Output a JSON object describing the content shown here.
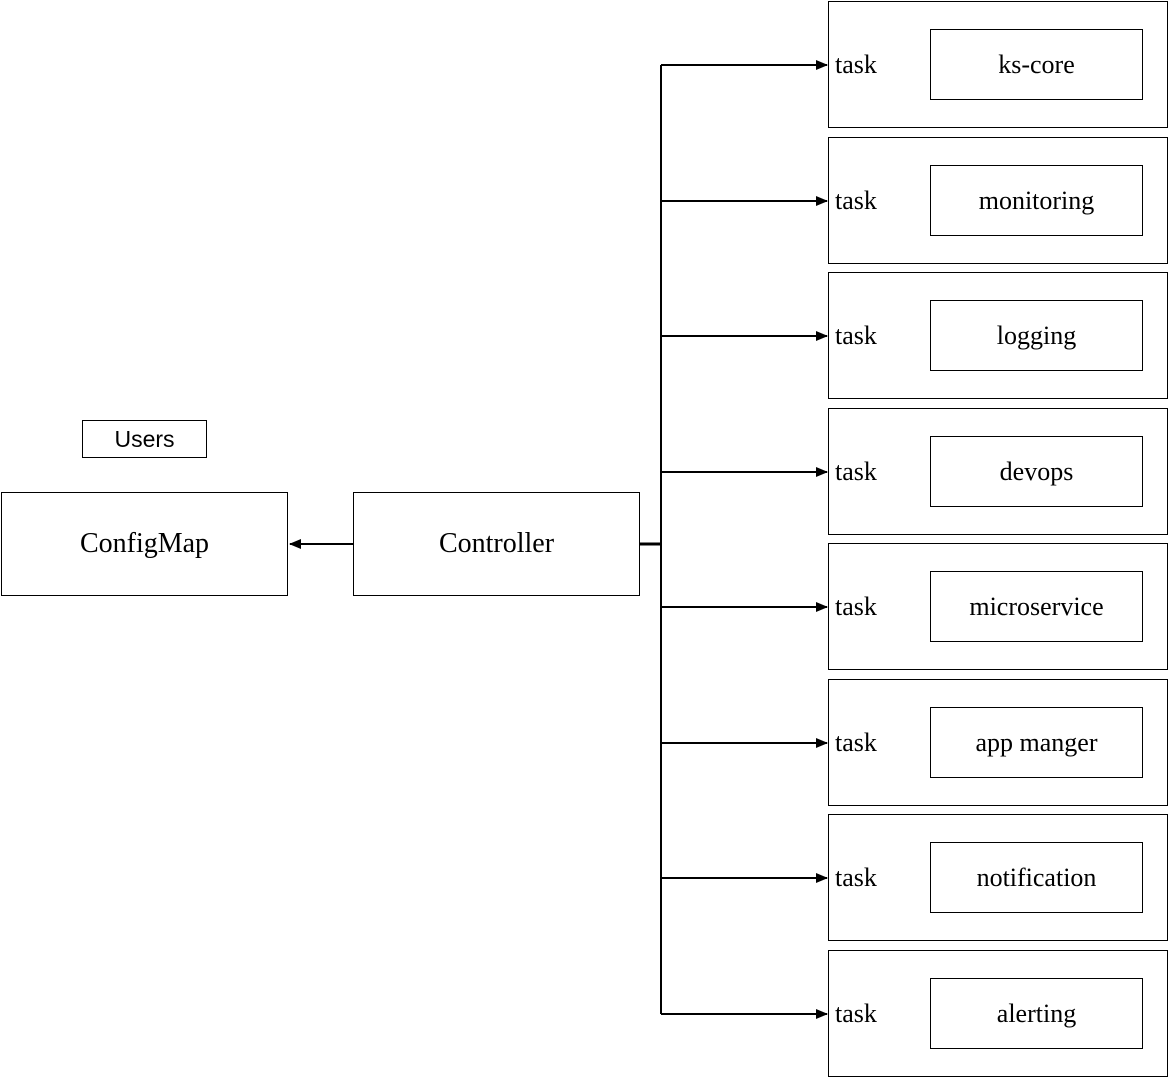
{
  "users_label": "Users",
  "configmap_label": "ConfigMap",
  "controller_label": "Controller",
  "tasks": [
    {
      "label": "task",
      "module": "ks-core"
    },
    {
      "label": "task",
      "module": "monitoring"
    },
    {
      "label": "task",
      "module": "logging"
    },
    {
      "label": "task",
      "module": "devops"
    },
    {
      "label": "task",
      "module": "microservice"
    },
    {
      "label": "task",
      "module": "app manger"
    },
    {
      "label": "task",
      "module": "notification"
    },
    {
      "label": "task",
      "module": "alerting"
    }
  ]
}
